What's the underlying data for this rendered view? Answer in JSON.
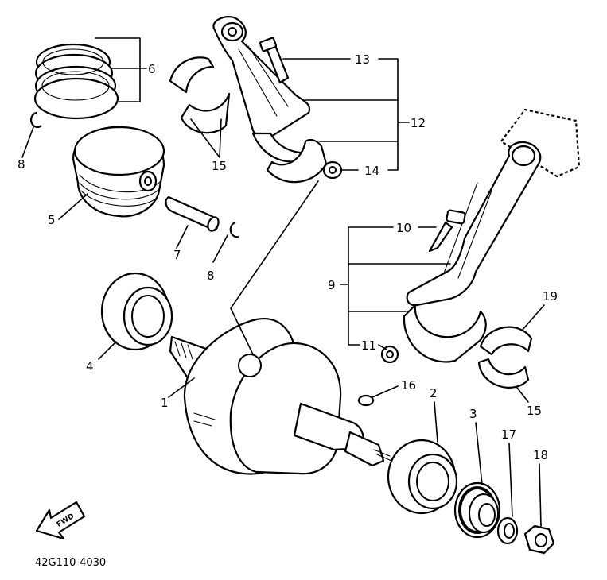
{
  "callouts": {
    "c1": "1",
    "c2": "2",
    "c3": "3",
    "c4": "4",
    "c5": "5",
    "c6": "6",
    "c7": "7",
    "c8a": "8",
    "c8b": "8",
    "c9": "9",
    "c10": "10",
    "c11": "11",
    "c12": "12",
    "c13": "13",
    "c14": "14",
    "c15a": "15",
    "c15b": "15",
    "c16": "16",
    "c17": "17",
    "c18": "18",
    "c19": "19"
  },
  "direction_label": "FWD",
  "diagram_code": "42G110-4030"
}
